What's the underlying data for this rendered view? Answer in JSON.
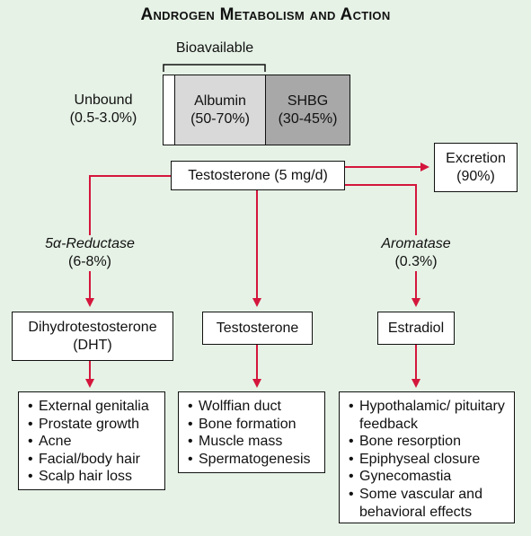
{
  "title": "Androgen Metabolism and Action",
  "bioavailable_label": "Bioavailable",
  "unbound": {
    "label": "Unbound",
    "value": "(0.5-3.0%)"
  },
  "albumin": {
    "label": "Albumin",
    "value": "(50-70%)"
  },
  "shbg": {
    "label": "SHBG",
    "value": "(30-45%)"
  },
  "testosterone_source": "Testosterone (5 mg/d)",
  "excretion": {
    "label": "Excretion",
    "value": "(90%)"
  },
  "reductase": {
    "label": "5α-Reductase",
    "value": "(6-8%)"
  },
  "aromatase": {
    "label": "Aromatase",
    "value": "(0.3%)"
  },
  "dht": {
    "line1": "Dihydrotestosterone",
    "line2": "(DHT)"
  },
  "testosterone": "Testosterone",
  "estradiol": "Estradiol",
  "dht_effects": [
    "External genitalia",
    "Prostate growth",
    "Acne",
    "Facial/body hair",
    "Scalp hair loss"
  ],
  "testosterone_effects": [
    "Wolffian duct",
    "Bone formation",
    "Muscle mass",
    "Spermatogenesis"
  ],
  "estradiol_effects": [
    "Hypothalamic/ pituitary feedback",
    "Bone resorption",
    "Epiphyseal closure",
    "Gynecomastia",
    "Some vascular and behavioral effects"
  ],
  "colors": {
    "arrow": "#d4163c",
    "background": "#e6f2e6",
    "albumin": "#d9d9d9",
    "shbg": "#a8a8a8"
  }
}
